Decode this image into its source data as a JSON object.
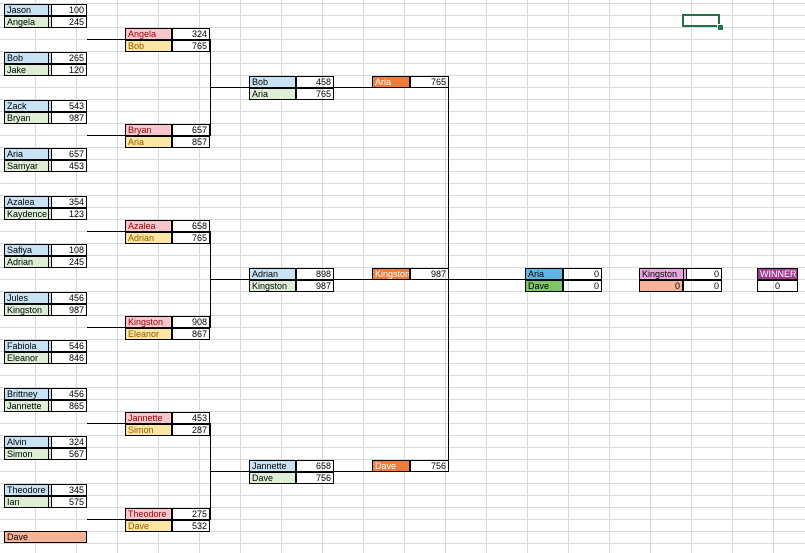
{
  "round1": [
    {
      "a": "Jason",
      "as": "100",
      "b": "Angela",
      "bs": "245"
    },
    {
      "a": "Bob",
      "as": "265",
      "b": "Jake",
      "bs": "120"
    },
    {
      "a": "Zack",
      "as": "543",
      "b": "Bryan",
      "bs": "987"
    },
    {
      "a": "Aria",
      "as": "657",
      "b": "Samyar",
      "bs": "453"
    },
    {
      "a": "Azalea",
      "as": "354",
      "b": "Kaydence",
      "bs": "123"
    },
    {
      "a": "Safiya",
      "as": "108",
      "b": "Adrian",
      "bs": "245"
    },
    {
      "a": "Jules",
      "as": "456",
      "b": "Kingston",
      "bs": "987"
    },
    {
      "a": "Fabiola",
      "as": "546",
      "b": "Eleanor",
      "bs": "846"
    },
    {
      "a": "Brittney",
      "as": "456",
      "b": "Jannette",
      "bs": "865"
    },
    {
      "a": "Alvin",
      "as": "324",
      "b": "Simon",
      "bs": "567"
    },
    {
      "a": "Theodore",
      "as": "345",
      "b": "Ian",
      "bs": "575"
    }
  ],
  "round1_extra": {
    "name": "Dave"
  },
  "round2": [
    {
      "a": "Angela",
      "as": "324",
      "b": "Bob",
      "bs": "765"
    },
    {
      "a": "Bryan",
      "as": "657",
      "b": "Aria",
      "bs": "857"
    },
    {
      "a": "Azalea",
      "as": "658",
      "b": "Adrian",
      "bs": "765"
    },
    {
      "a": "Kingston",
      "as": "908",
      "b": "Eleanor",
      "bs": "867"
    },
    {
      "a": "Jannette",
      "as": "453",
      "b": "Simon",
      "bs": "287"
    },
    {
      "a": "Theodore",
      "as": "275",
      "b": "Dave",
      "bs": "532"
    }
  ],
  "round3": [
    {
      "a": "Bob",
      "as": "458",
      "b": "Aria",
      "bs": "765"
    },
    {
      "a": "Adrian",
      "as": "898",
      "b": "Kingston",
      "bs": "987"
    },
    {
      "a": "Jannette",
      "as": "658",
      "b": "Dave",
      "bs": "756"
    }
  ],
  "round4": [
    {
      "a": "Aria",
      "as": "765"
    },
    {
      "a": "Kingston",
      "as": "987"
    },
    {
      "a": "Dave",
      "as": "756"
    }
  ],
  "final": {
    "a": "Aria",
    "as": "0",
    "b": "Dave",
    "bs": "0"
  },
  "champion": {
    "a": "Kingston",
    "as": "0",
    "b": "",
    "bs": "0",
    "c": "0"
  },
  "winner": {
    "label": "WINNER",
    "score": "0"
  }
}
